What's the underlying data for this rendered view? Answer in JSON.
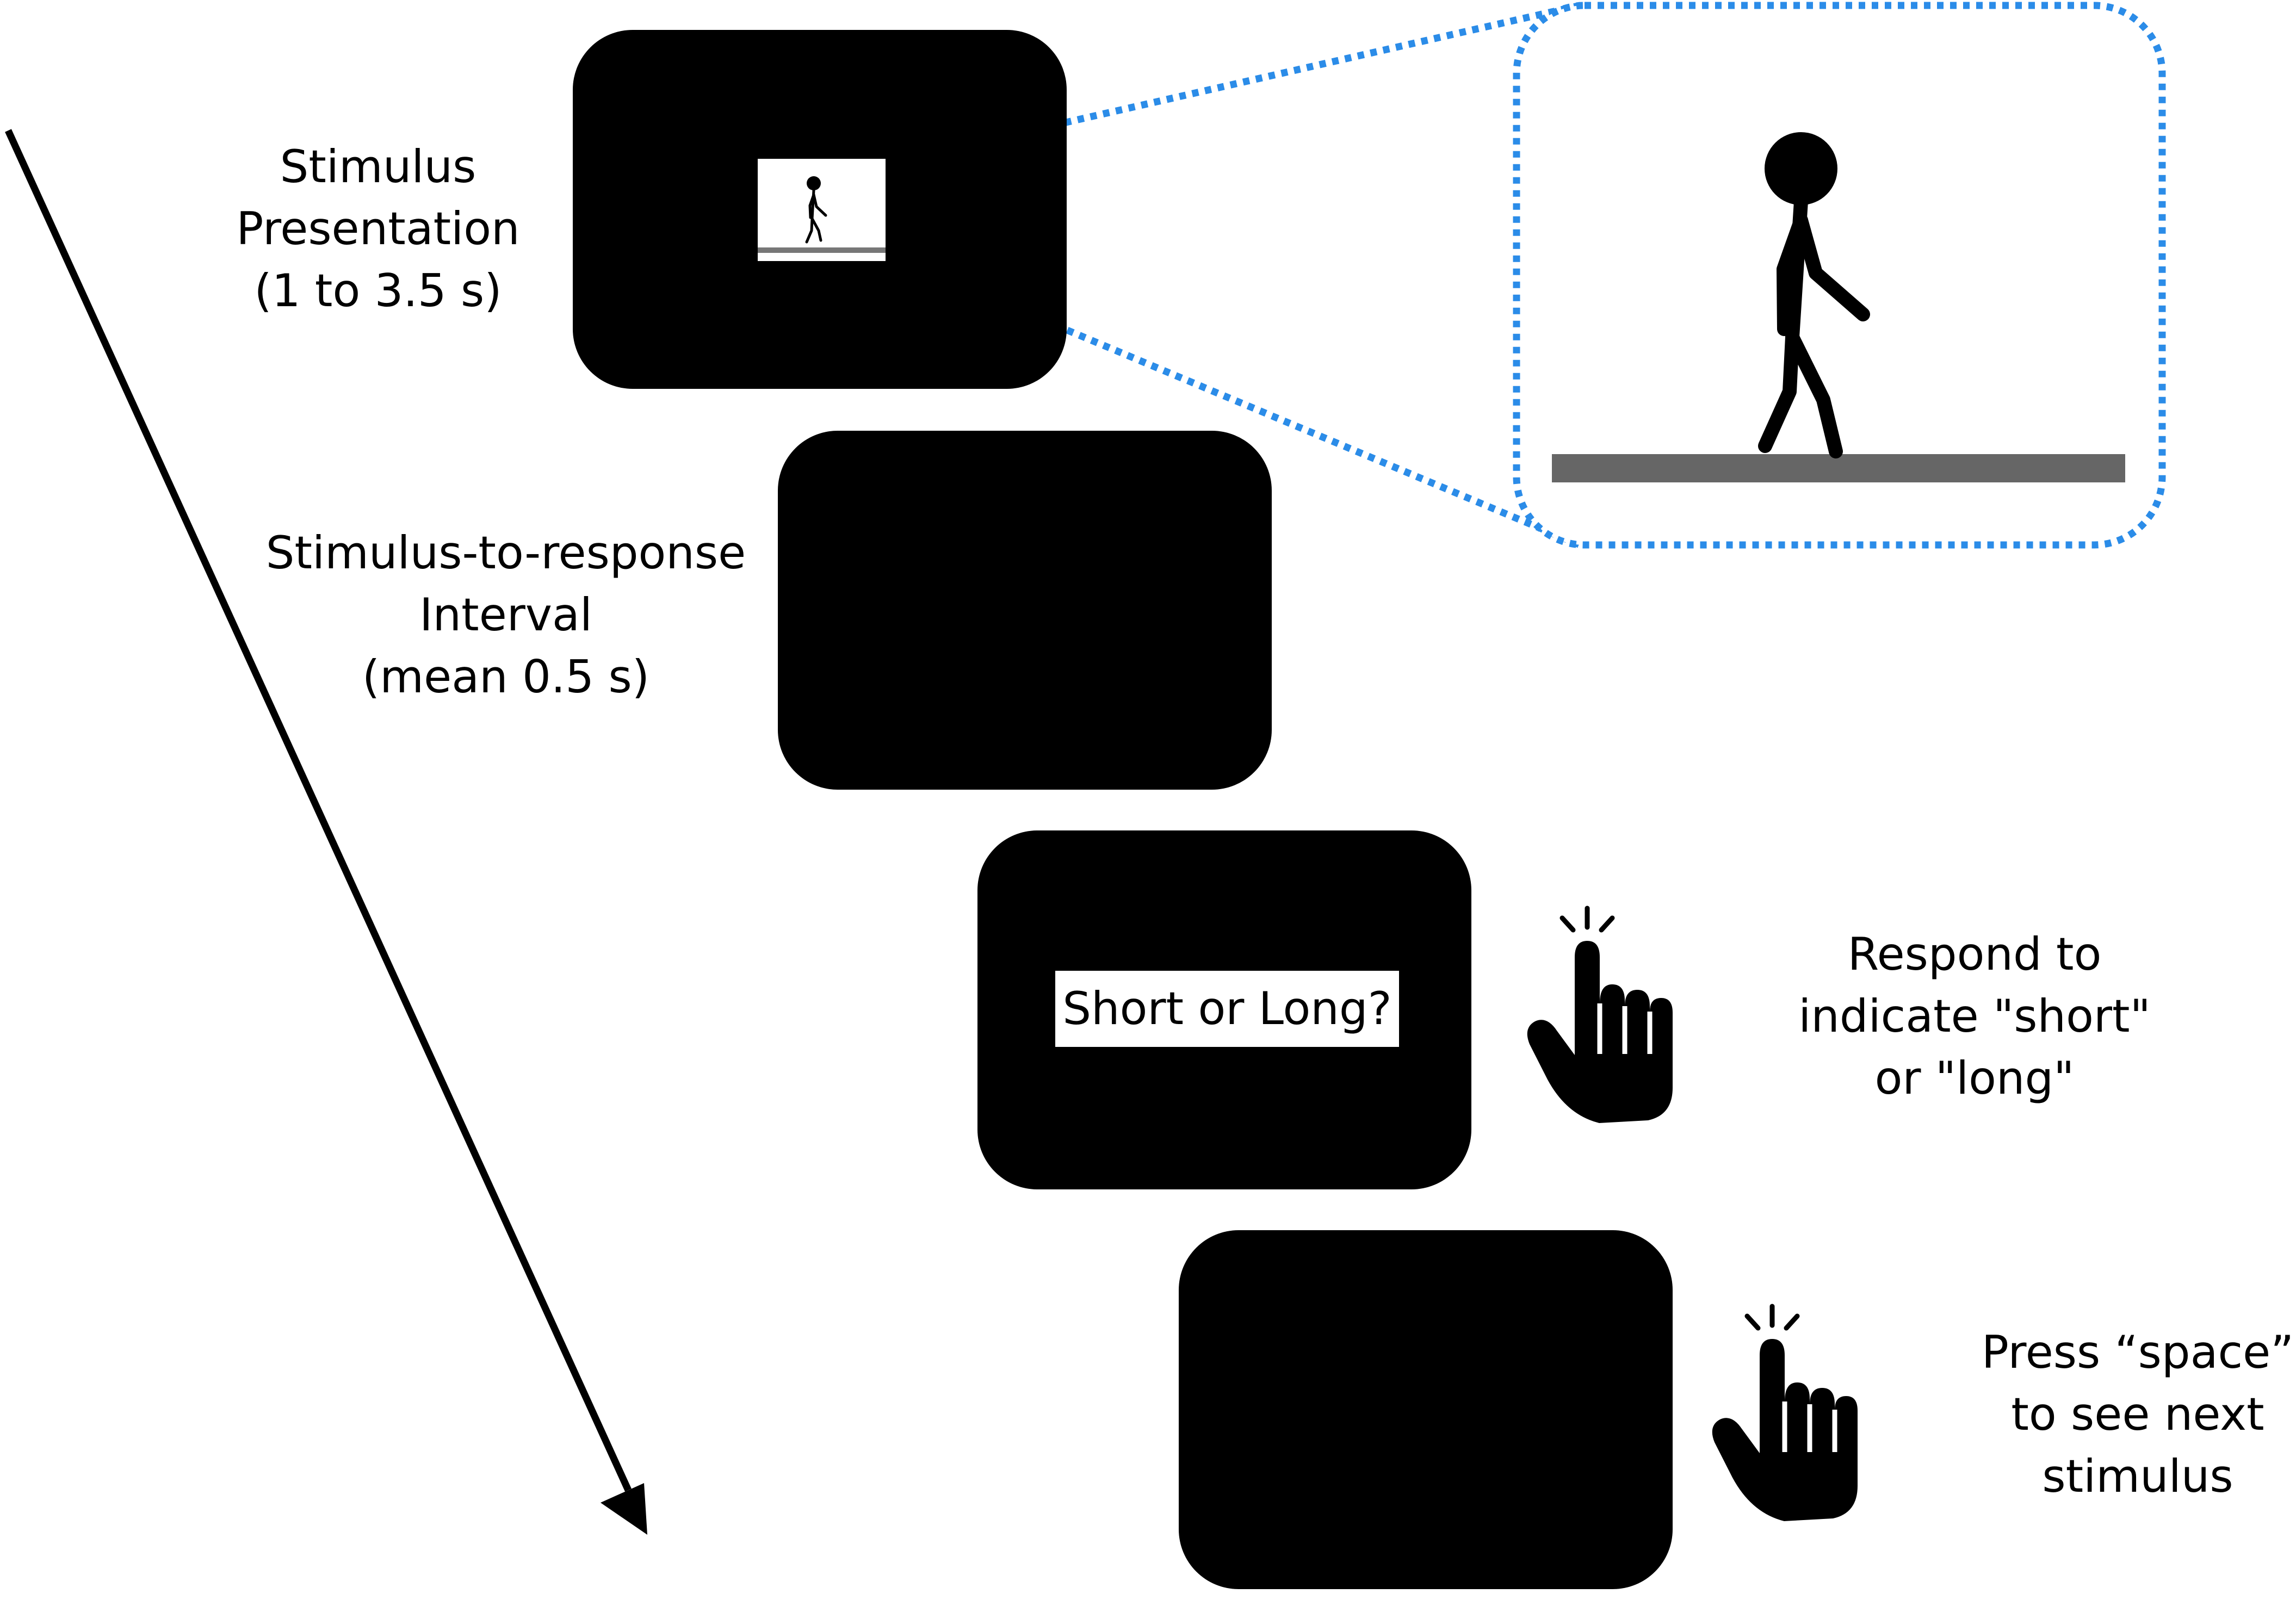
{
  "figure": {
    "steps": [
      {
        "id": "stimulus-presentation",
        "label_lines": [
          "Stimulus",
          "Presentation",
          "(1 to 3.5 s)"
        ]
      },
      {
        "id": "stimulus-to-response-interval",
        "label_lines": [
          "Stimulus-to-response",
          "Interval",
          "(mean 0.5 s)"
        ]
      },
      {
        "id": "response",
        "screen_text": "Short or Long?",
        "label_lines": [
          "Respond to",
          "indicate \"short\"",
          "or \"long\""
        ]
      },
      {
        "id": "next-stimulus",
        "label_lines": [
          "Press “space”",
          "to see next",
          "stimulus"
        ]
      }
    ],
    "icons": [
      "time-arrow-icon",
      "walking-figure-icon",
      "pointing-hand-icon",
      "zoom-callout-icon"
    ],
    "colors": {
      "screen": "#000000",
      "callout_border": "#2b8ce8",
      "ground": "#666666",
      "background": "#ffffff"
    }
  }
}
